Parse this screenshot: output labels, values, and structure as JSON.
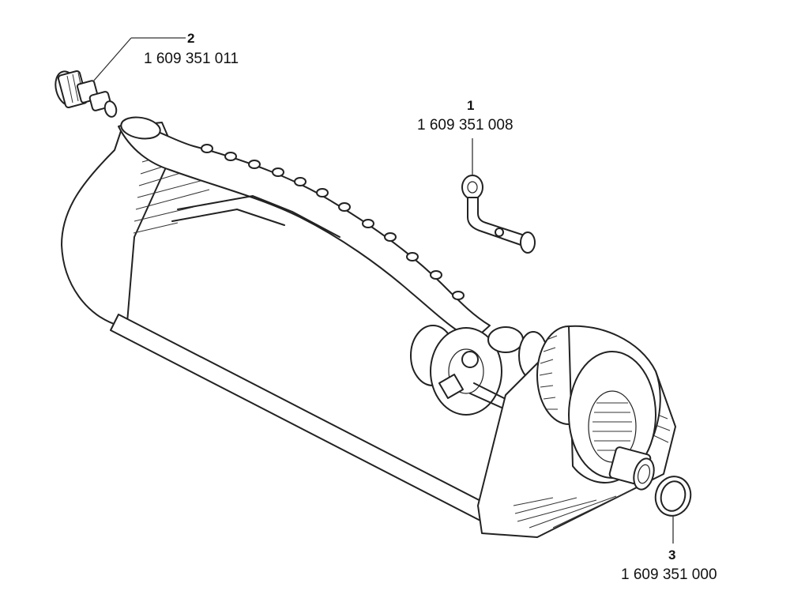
{
  "callouts": [
    {
      "number": "2",
      "part_number": "1 609 351 011"
    },
    {
      "number": "1",
      "part_number": "1 609 351 008"
    },
    {
      "number": "3",
      "part_number": "1 609 351 000"
    }
  ]
}
